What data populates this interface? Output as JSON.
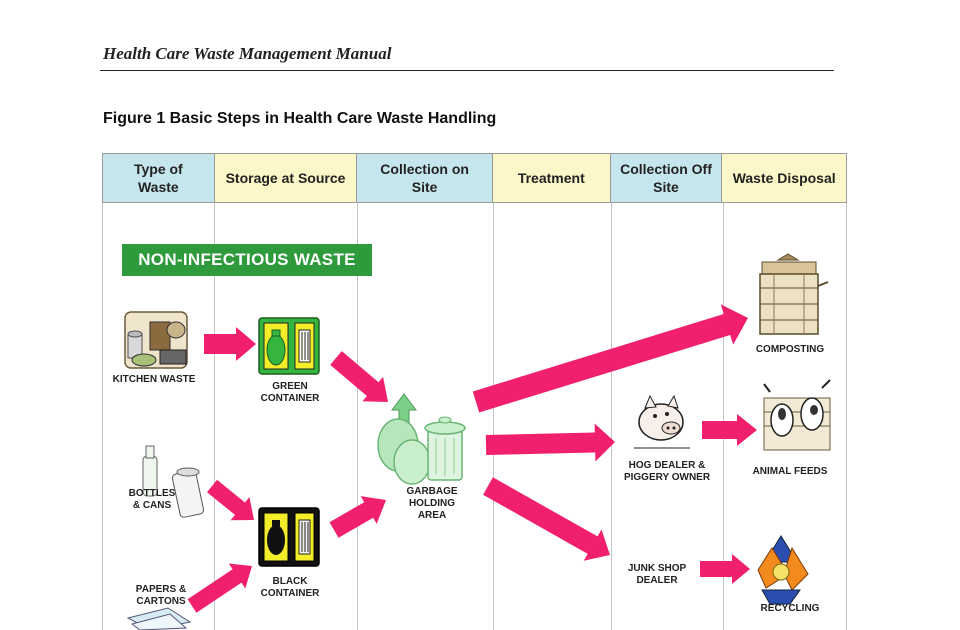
{
  "document": {
    "running_title": "Health Care Waste Management Manual",
    "figure_caption": "Figure 1  Basic Steps  in Health Care Waste Handling"
  },
  "columns": [
    {
      "label": "Type of\nWaste",
      "color": "#c6e6ee"
    },
    {
      "label": "Storage at Source",
      "color": "#fbf7c9"
    },
    {
      "label": "Collection on\nSite",
      "color": "#c6e6ee"
    },
    {
      "label": "Treatment",
      "color": "#fbf7c9"
    },
    {
      "label": "Collection Off\nSite",
      "color": "#c6e6ee"
    },
    {
      "label": "Waste Disposal",
      "color": "#fbf7c9"
    }
  ],
  "banner": {
    "label": "NON-INFECTIOUS WASTE",
    "color": "#2e9a3c"
  },
  "sources": {
    "kitchen": "KITCHEN WASTE",
    "bottles": "BOTTLES\n& CANS",
    "papers": "PAPERS &\nCARTONS"
  },
  "containers": {
    "green": "GREEN\nCONTAINER",
    "black": "BLACK\nCONTAINER"
  },
  "holding_area": "GARBAGE\nHOLDING\nAREA",
  "off_site": {
    "hog": "HOG DEALER &\nPIGGERY OWNER",
    "junk": "JUNK SHOP\nDEALER"
  },
  "disposal": {
    "composting": "COMPOSTING",
    "feeds": "ANIMAL FEEDS",
    "recycling": "RECYCLING"
  },
  "colors": {
    "arrow": "#f0206e",
    "green_container": "#35b53d",
    "black_container": "#111111",
    "container_fill": "#f4ee2a",
    "holding_area": "#9fd9a6",
    "recycle_orange": "#f28a1e",
    "recycle_blue": "#2a4fb0"
  }
}
